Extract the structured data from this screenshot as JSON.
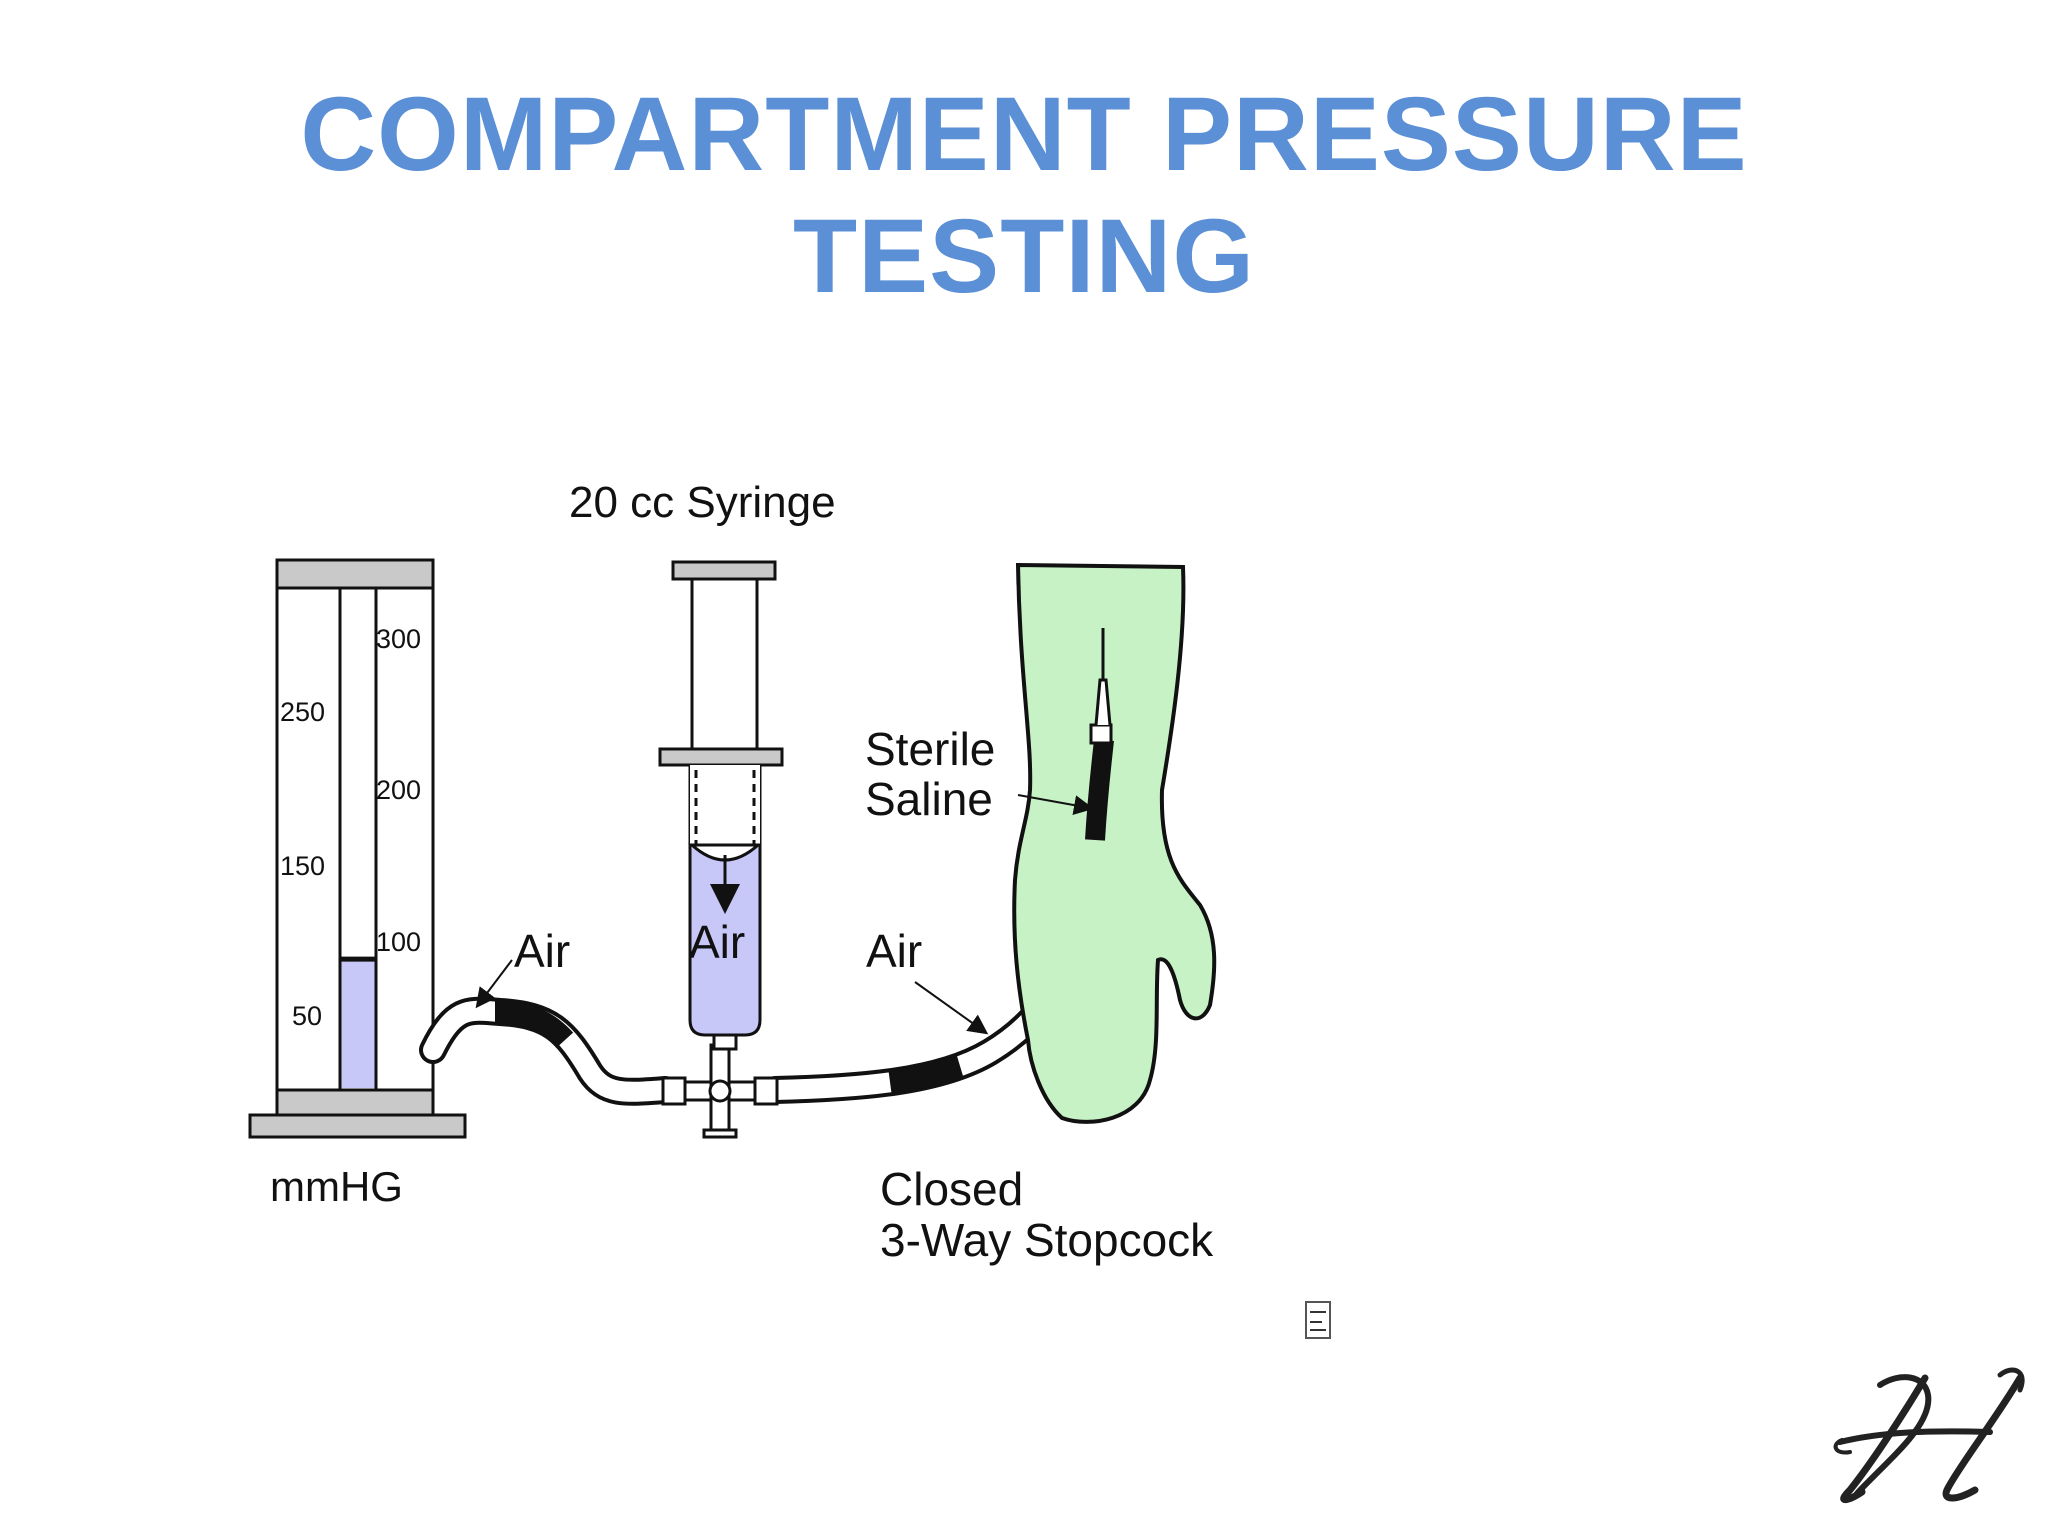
{
  "slide": {
    "title_line1": "COMPARTMENT PRESSURE",
    "title_line2": "TESTING"
  },
  "diagram": {
    "syringe_label": "20 cc Syringe",
    "syringe_air_label": "Air",
    "manometer_unit": "mmHG",
    "manometer_ticks_left": [
      "250",
      "150",
      "50"
    ],
    "manometer_ticks_right": [
      "300",
      "200",
      "100"
    ],
    "left_air_label": "Air",
    "right_air_label": "Air",
    "saline_label_line1": "Sterile",
    "saline_label_line2": "Saline",
    "stopcock_label_line1": "Closed",
    "stopcock_label_line2": "3-Way Stopcock",
    "manometer_fluid_level_mmHg": 85,
    "colors": {
      "title": "#5b8fd6",
      "fluid": "#c8c8f8",
      "limb": "#c6f2c6",
      "tube_dark": "#111111"
    }
  },
  "logo": {
    "text": "H",
    "icon": "script-h-logo"
  }
}
